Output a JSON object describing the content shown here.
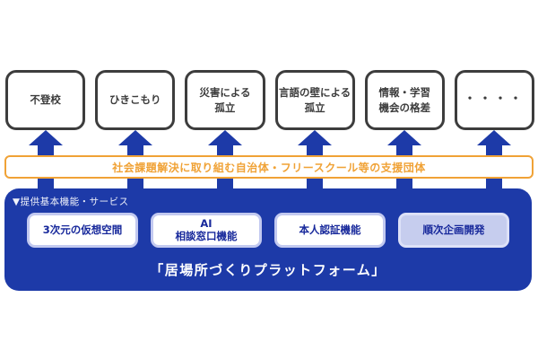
{
  "colors": {
    "blue": "#1d3aa8",
    "orange": "#f0a236",
    "dark-border": "#3d3d3d",
    "top-text": "#3c3c3c",
    "inner-border": "#c2c9f0",
    "inner-text": "#17289b",
    "planned-bg": "#c6cdee",
    "planned-border": "#dde1f7"
  },
  "issues": [
    {
      "label": "不登校"
    },
    {
      "label": "ひきこもり"
    },
    {
      "label": "災害による\n孤立"
    },
    {
      "label": "言語の壁による\n孤立"
    },
    {
      "label": "情報・学習\n機会の格差"
    },
    {
      "label": "・・・・"
    }
  ],
  "support_bar": {
    "label": "社会課題解決に取り組む自治体・フリースクール等の支援団体"
  },
  "platform": {
    "section_label": "▼提供基本機能・サービス",
    "features": [
      {
        "label": "3次元の仮想空間"
      },
      {
        "label": "AI\n相談窓口機能"
      },
      {
        "label": "本人認証機能"
      },
      {
        "label": "順次企画開発",
        "status": "planned"
      }
    ],
    "title": "「居場所づくりプラットフォーム」"
  }
}
